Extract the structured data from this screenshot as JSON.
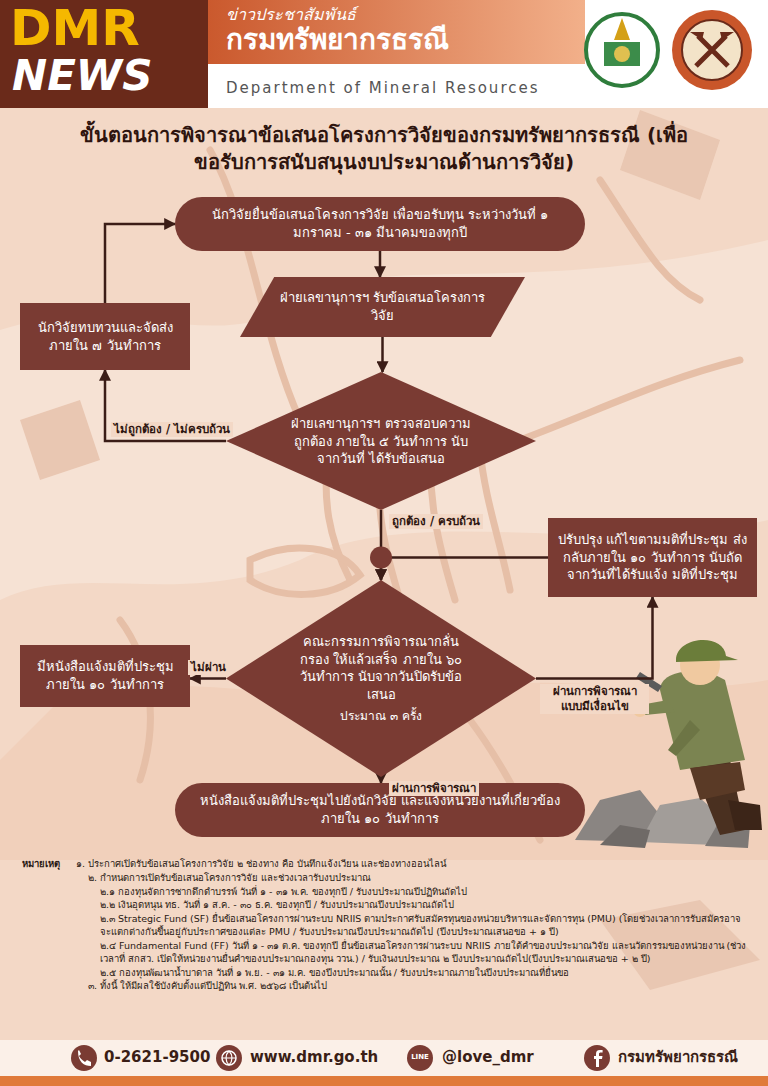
{
  "diagram": {
    "title": "ขั้นตอนการพิจารณาข้อเสนอโครงการวิจัยของกรมทรัพยากรธรณี (เพื่อขอรับการสนับสนุนงบประมาณด้านการวิจัย)",
    "nodes": [
      {
        "text": [
          "นักวิจัยยื่นข้อเสนอโครงการวิจัย เพื่อขอรับทุน ระหว่างวันที่ ๑ มกราคม - ๓๑ มีนาคมของทุกปี"
        ]
      },
      {
        "text": [
          "ฝ่ายเลขานุการฯ รับข้อเสนอโครงการวิจัย"
        ]
      },
      {
        "text": [
          "นักวิจัยทบทวนและจัดส่ง ภายใน ๗ วันทำการ"
        ]
      },
      {
        "text": [
          "ฝ่ายเลขานุการฯ ตรวจสอบความถูกต้อง ภายใน ๕ วันทำการ นับจากวันที่ ได้รับข้อเสนอ"
        ]
      },
      {
        "text": [
          "ปรับปรุง แก้ไขตามมติที่ประชุม ส่งกลับภายใน ๑๐ วันทำการ นับถัดจากวันที่ได้รับแจ้ง มติที่ประชุม"
        ]
      },
      {
        "text": [
          "คณะกรรมการพิจารณากลั่นกรอง ให้แล้วเสร็จ ภายใน ๖๐ วันทำการ นับจากวันปิดรับข้อเสนอ",
          "ประมาณ ๓ ครั้ง"
        ]
      },
      {
        "text": [
          "มีหนังสือแจ้งมติที่ประชุม ภายใน ๑๐ วันทำการ"
        ]
      },
      {
        "text": [
          "หนังสือแจ้งมติที่ประชุมไปยังนักวิจัย และแจ้งหน่วยงานที่เกี่ยวข้องภายใน ๑๐ วันทำการ"
        ]
      }
    ],
    "edges": [
      {
        "from": 0,
        "to": 1,
        "arrow": "to"
      },
      {
        "from": 1,
        "to": 3,
        "arrow": "to"
      },
      {
        "from": 3,
        "to": 2,
        "label": "ไม่ถูกต้อง / ไม่ครบถ้วน",
        "arrow": "to"
      },
      {
        "from": 2,
        "to": 0,
        "arrow": "to"
      },
      {
        "from": 3,
        "to": 5,
        "label": "ถูกต้อง / ครบถ้วน",
        "arrow": "to"
      },
      {
        "from": 4,
        "to": 5,
        "arrow": "to"
      },
      {
        "from": 5,
        "to": 6,
        "label": "ไม่ผ่าน",
        "arrow": "to"
      },
      {
        "from": 5,
        "to": 4,
        "label": "ผ่านการพิจารณา แบบมีเงื่อนไข",
        "arrow": "to"
      },
      {
        "from": 5,
        "to": 7,
        "label": "ผ่านการพิจารณา",
        "arrow": "to"
      }
    ],
    "labels": [
      "DMR",
      "NEWS",
      "ข่าวประชาสัมพันธ์",
      "กรมทรัพยากรธรณี",
      "Department of Mineral Resources",
      "หมายเหตุ",
      "๑. ประกาศเปิดรับข้อเสนอโครงการวิจัย ๒ ช่องทาง คือ บันทึกแจ้งเวียน และช่องทางออนไลน์",
      "๒. กำหนดการเปิดรับข้อเสนอโครงการวิจัย และช่วงเวลารับงบประมาณ",
      "๒.๑ กองทุนจัดการซากดึกดำบรรพ์ วันที่ ๑ - ๓๑ พ.ค. ของทุกปี / รับงบประมาณปีปฏิทินถัดไป",
      "๒.๒ เงินอุดหนุน ทธ. วันที่ ๑ ส.ค. - ๓๐ ธ.ค. ของทุกปี / รับงบประมาณปีงบประมาณถัดไป",
      "๒.๓ Strategic Fund (SF) ยื่นข้อเสนอโครงการผ่านระบบ NRIIS ตามประกาศรับสมัครทุนของหน่วยบริหารและจัดการทุน (PMU) (โดยช่วงเวลาการรับสมัครอาจจะแตกต่างกันขึ้นอยู่กับประกาศของแต่ละ PMU / รับงบประมาณปีงบประมาณถัดไป (ปีงบประมาณเสนอขอ + ๑ ปี)",
      "๒.๔ Fundamental Fund (FF) วันที่ ๑ - ๓๑ ต.ค. ของทุกปี ยื่นข้อเสนอโครงการผ่านระบบ NRIIS ภายใต้คำของบประมาณวิจัย และนวัตกรรมของหน่วยงาน (ช่วงเวลาที่ สกสว. เปิดให้หน่วยงานยื่นคำของบประมาณกองทุน ววน.) / รับเงินงบประมาณ ๒ ปีงบประมาณถัดไป(ปีงบประมาณเสนอขอ + ๒ ปี)",
      "๒.๕ กองทุนพัฒนาน้ำบาดาล วันที่ ๑ พ.ย. - ๓๑ ม.ค. ของปีงบประมาณนั้น / รับงบประมาณภายในปีงบประมาณที่ยื่นขอ",
      "๓. ทั้งนี้ ให้มีผลใช้บังคับตั้งแต่ปีปฏิทิน พ.ศ. ๒๕๖๘ เป็นต้นไป",
      "0-2621-9500",
      "www.dmr.go.th",
      "LINE",
      "@love_dmr",
      "กรมทรัพยากรธรณี"
    ]
  }
}
